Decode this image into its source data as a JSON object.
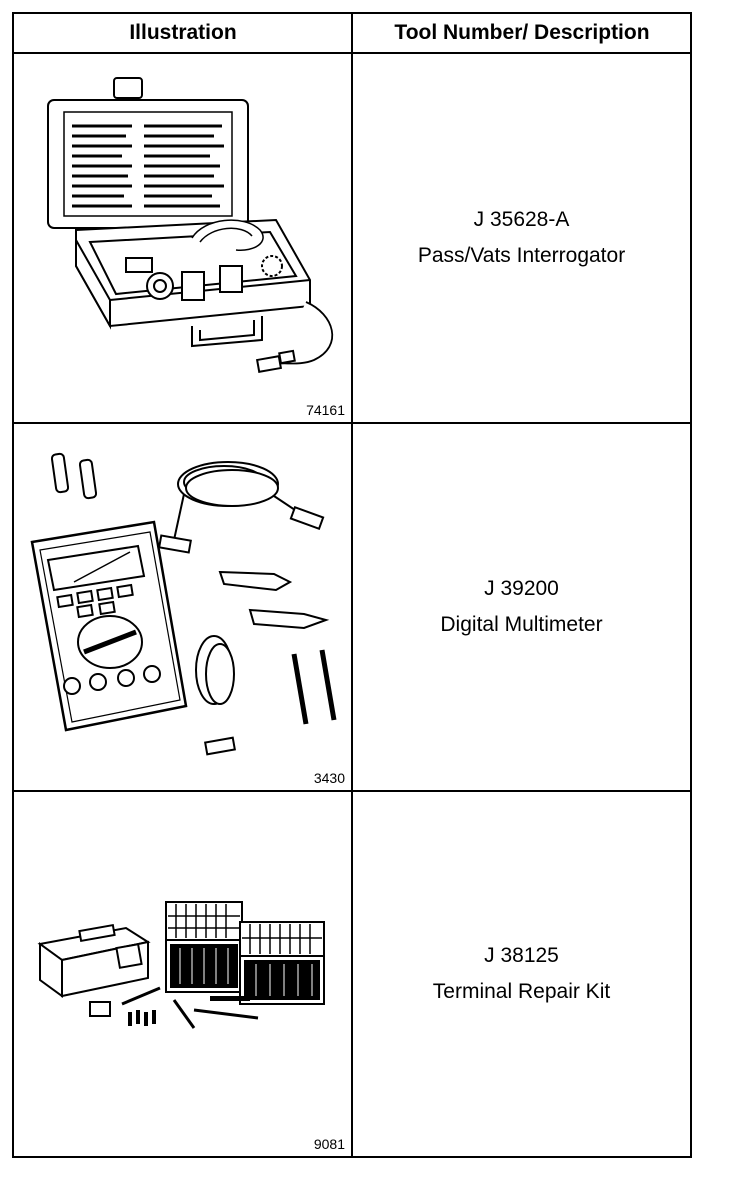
{
  "header": {
    "illustration": "Illustration",
    "tool": "Tool Number/ Description"
  },
  "rows": [
    {
      "figure": "74161",
      "number": "J 35628-A",
      "description": "Pass/Vats Interrogator"
    },
    {
      "figure": "3430",
      "number": "J 39200",
      "description": "Digital Multimeter"
    },
    {
      "figure": "9081",
      "number": "J 38125",
      "description": "Terminal Repair Kit"
    }
  ]
}
